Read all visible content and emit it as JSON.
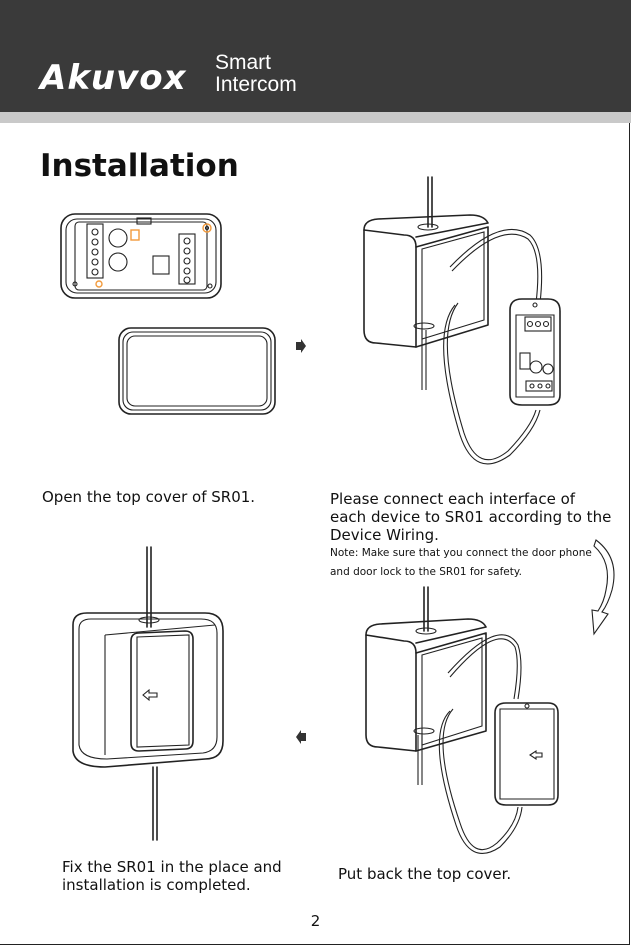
{
  "header": {
    "brand": "Akuvox",
    "tagline_line1": "Smart",
    "tagline_line2": "Intercom",
    "background_color": "#3a3a3a",
    "stripe_color": "#c9c9c9"
  },
  "title": "Installation",
  "steps": [
    {
      "caption": "Open the top cover of SR01."
    },
    {
      "caption_lines": [
        "Please connect each interface of",
        "each device to SR01 according to the",
        "Device Wiring."
      ],
      "note_lines": [
        "Note: Make sure that you connect the door phone",
        "and door lock to the SR01 for safety."
      ]
    },
    {
      "caption": "Put back the top cover."
    },
    {
      "caption_lines": [
        "Fix the SR01 in the place and",
        "installation is completed."
      ]
    }
  ],
  "page_number": "2",
  "accent_color": "#f29a3c"
}
